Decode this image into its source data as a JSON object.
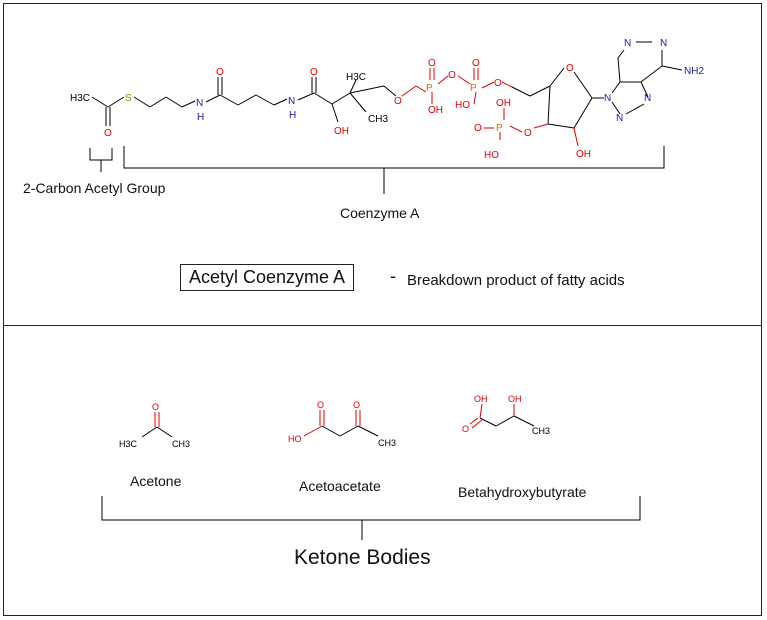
{
  "acetyl": {
    "group_label": "2-Carbon Acetyl Group",
    "coa_label": "Coenzyme A",
    "title": "Acetyl Coenzyme A",
    "dash": "-",
    "description": "Breakdown product of fatty acids"
  },
  "atoms": {
    "ch3": "H3C",
    "s": "S",
    "o": "O",
    "n": "N",
    "h": "H",
    "oh": "OH",
    "ho": "HO",
    "p": "P",
    "ch3_right": "CH3",
    "nh2": "NH2"
  },
  "ketones": {
    "molecules": [
      "Acetone",
      "Acetoacetate",
      "Betahydroxybutyrate"
    ],
    "group_label": "Ketone Bodies"
  },
  "colors": {
    "carbon": "#000000",
    "oxygen": "#e00000",
    "nitrogen": "#1a1aa6",
    "sulfur": "#8a8a00",
    "phosphorus": "#d07000"
  }
}
